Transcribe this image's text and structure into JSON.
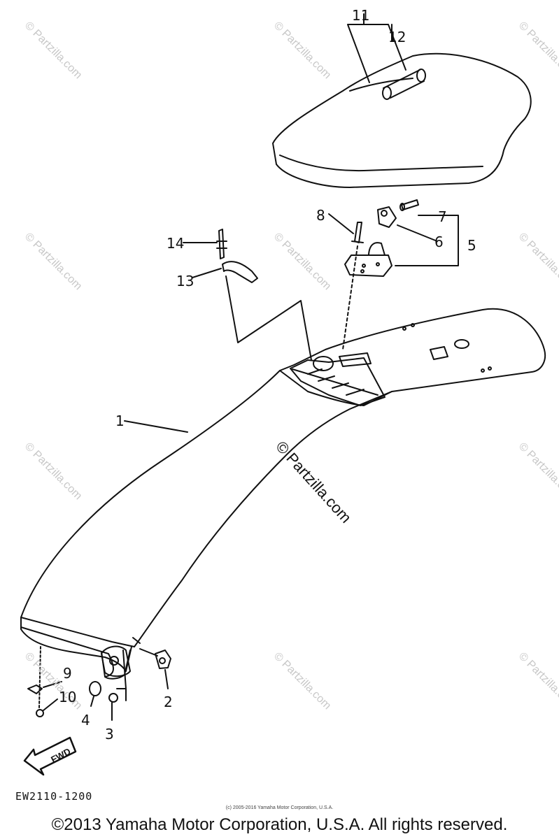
{
  "callouts": {
    "c1": "1",
    "c2": "2",
    "c3": "3",
    "c4": "4",
    "c5": "5",
    "c6": "6",
    "c7": "7",
    "c8": "8",
    "c9": "9",
    "c10": "10",
    "c11": "11",
    "c12": "12",
    "c13": "13",
    "c14": "14"
  },
  "fwd_label": "FWD",
  "diagram_code": "EW2110-1200",
  "watermark": "© Partzilla.com",
  "small_copyright": "(c) 2005-2016 Yamaha Motor Corporation, U.S.A.",
  "copyright": "©2013 Yamaha Motor Corporation, U.S.A. All rights reserved."
}
